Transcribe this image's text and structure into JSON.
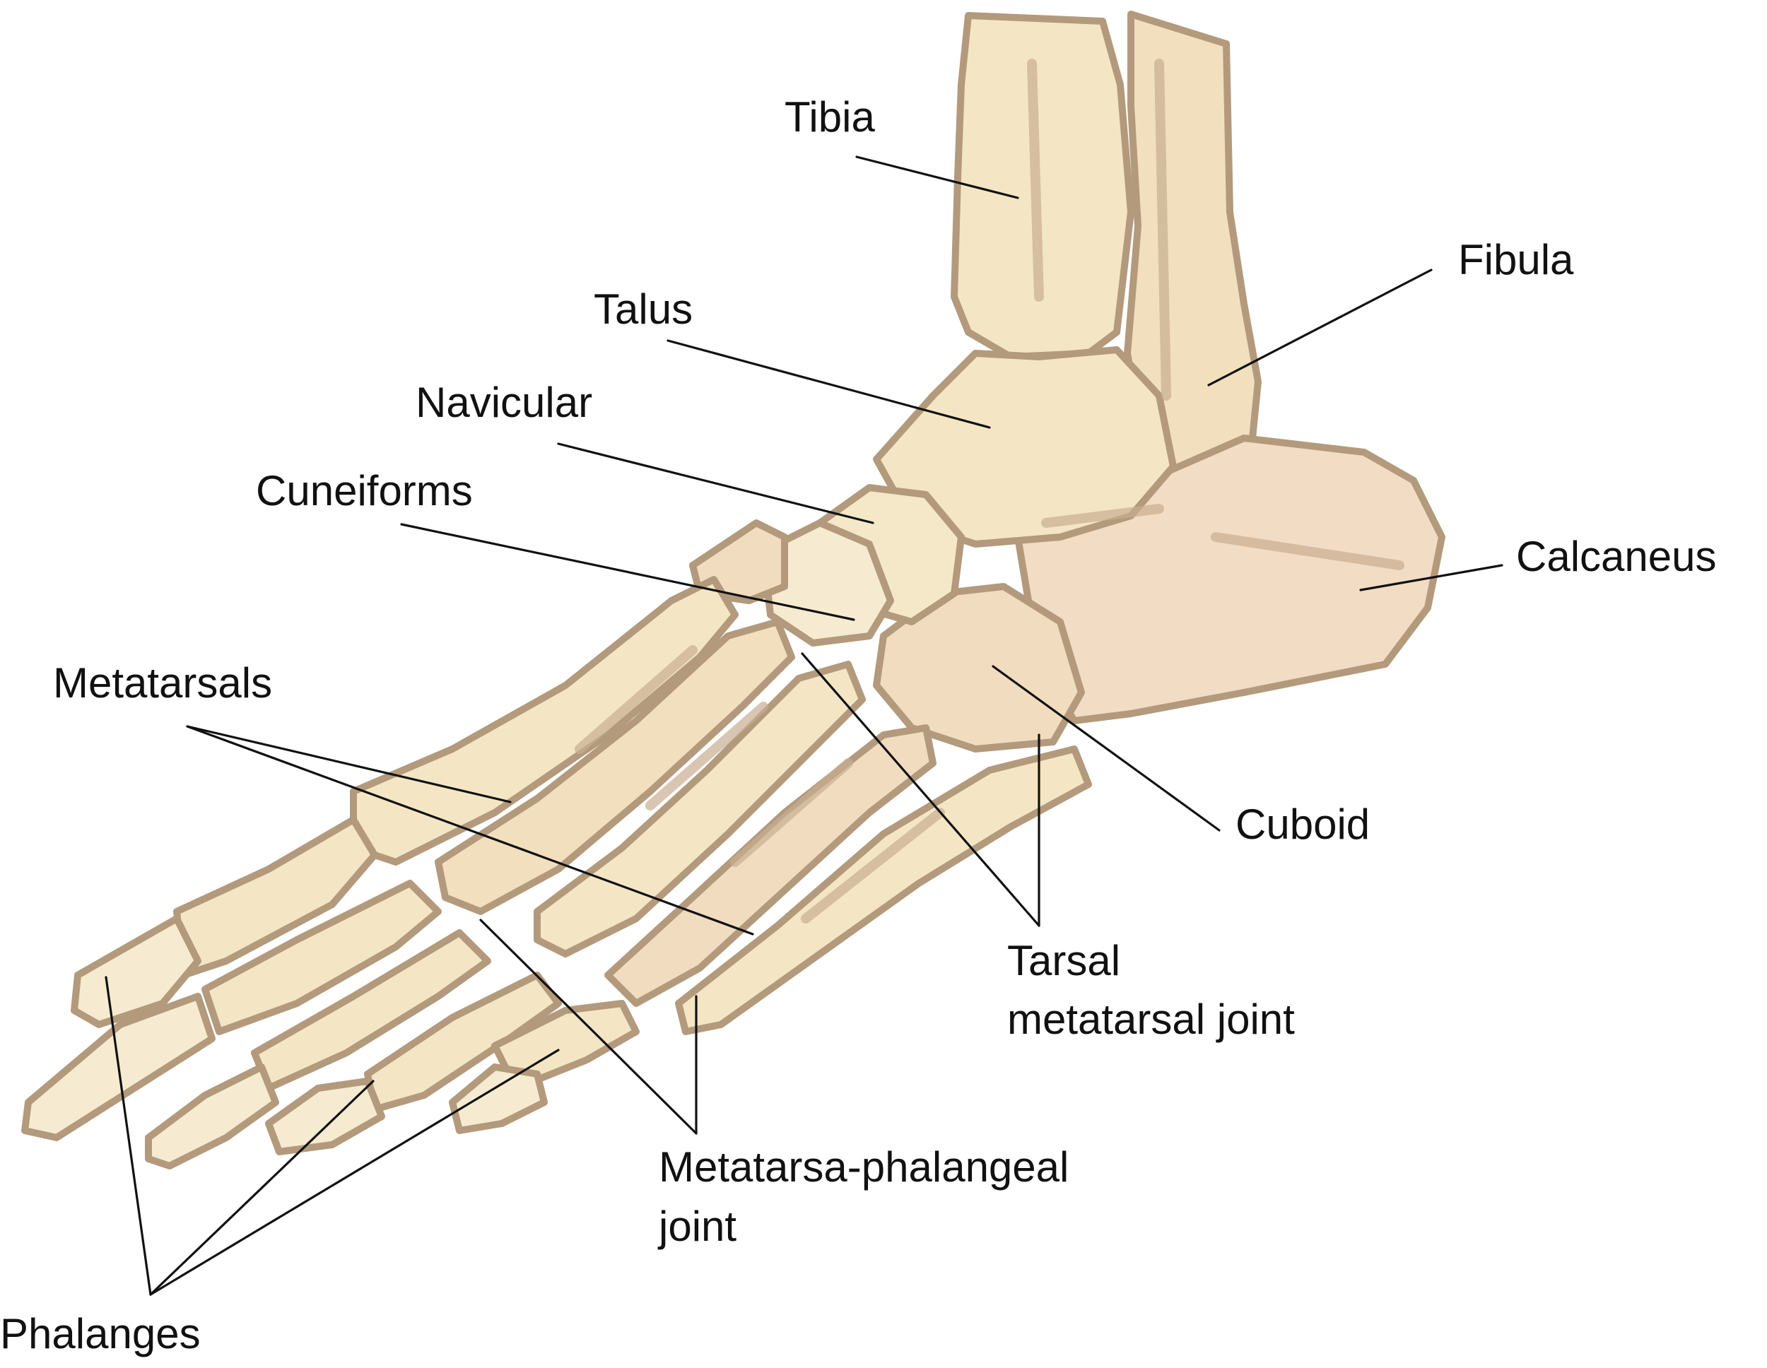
{
  "labels": {
    "tibia": "Tibia",
    "fibula": "Fibula",
    "talus": "Talus",
    "navicular": "Navicular",
    "cuneiforms": "Cuneiforms",
    "calcaneus": "Calcaneus",
    "metatarsals": "Metatarsals",
    "cuboid": "Cuboid",
    "tarsal_metatarsal_joint": [
      "Tarsal",
      "metatarsal joint"
    ],
    "metatarsa_phalangeal_joint": [
      "Metatarsa-phalangeal",
      "joint"
    ],
    "phalanges": "Phalanges"
  },
  "colors": {
    "bone_fill": "#f4e6c4",
    "bone_light": "#faf0d6",
    "bone_pink": "#f0d4bc",
    "bone_outline": "#b39a7c",
    "bone_shadow": "#c8ae92",
    "line": "#111111"
  }
}
